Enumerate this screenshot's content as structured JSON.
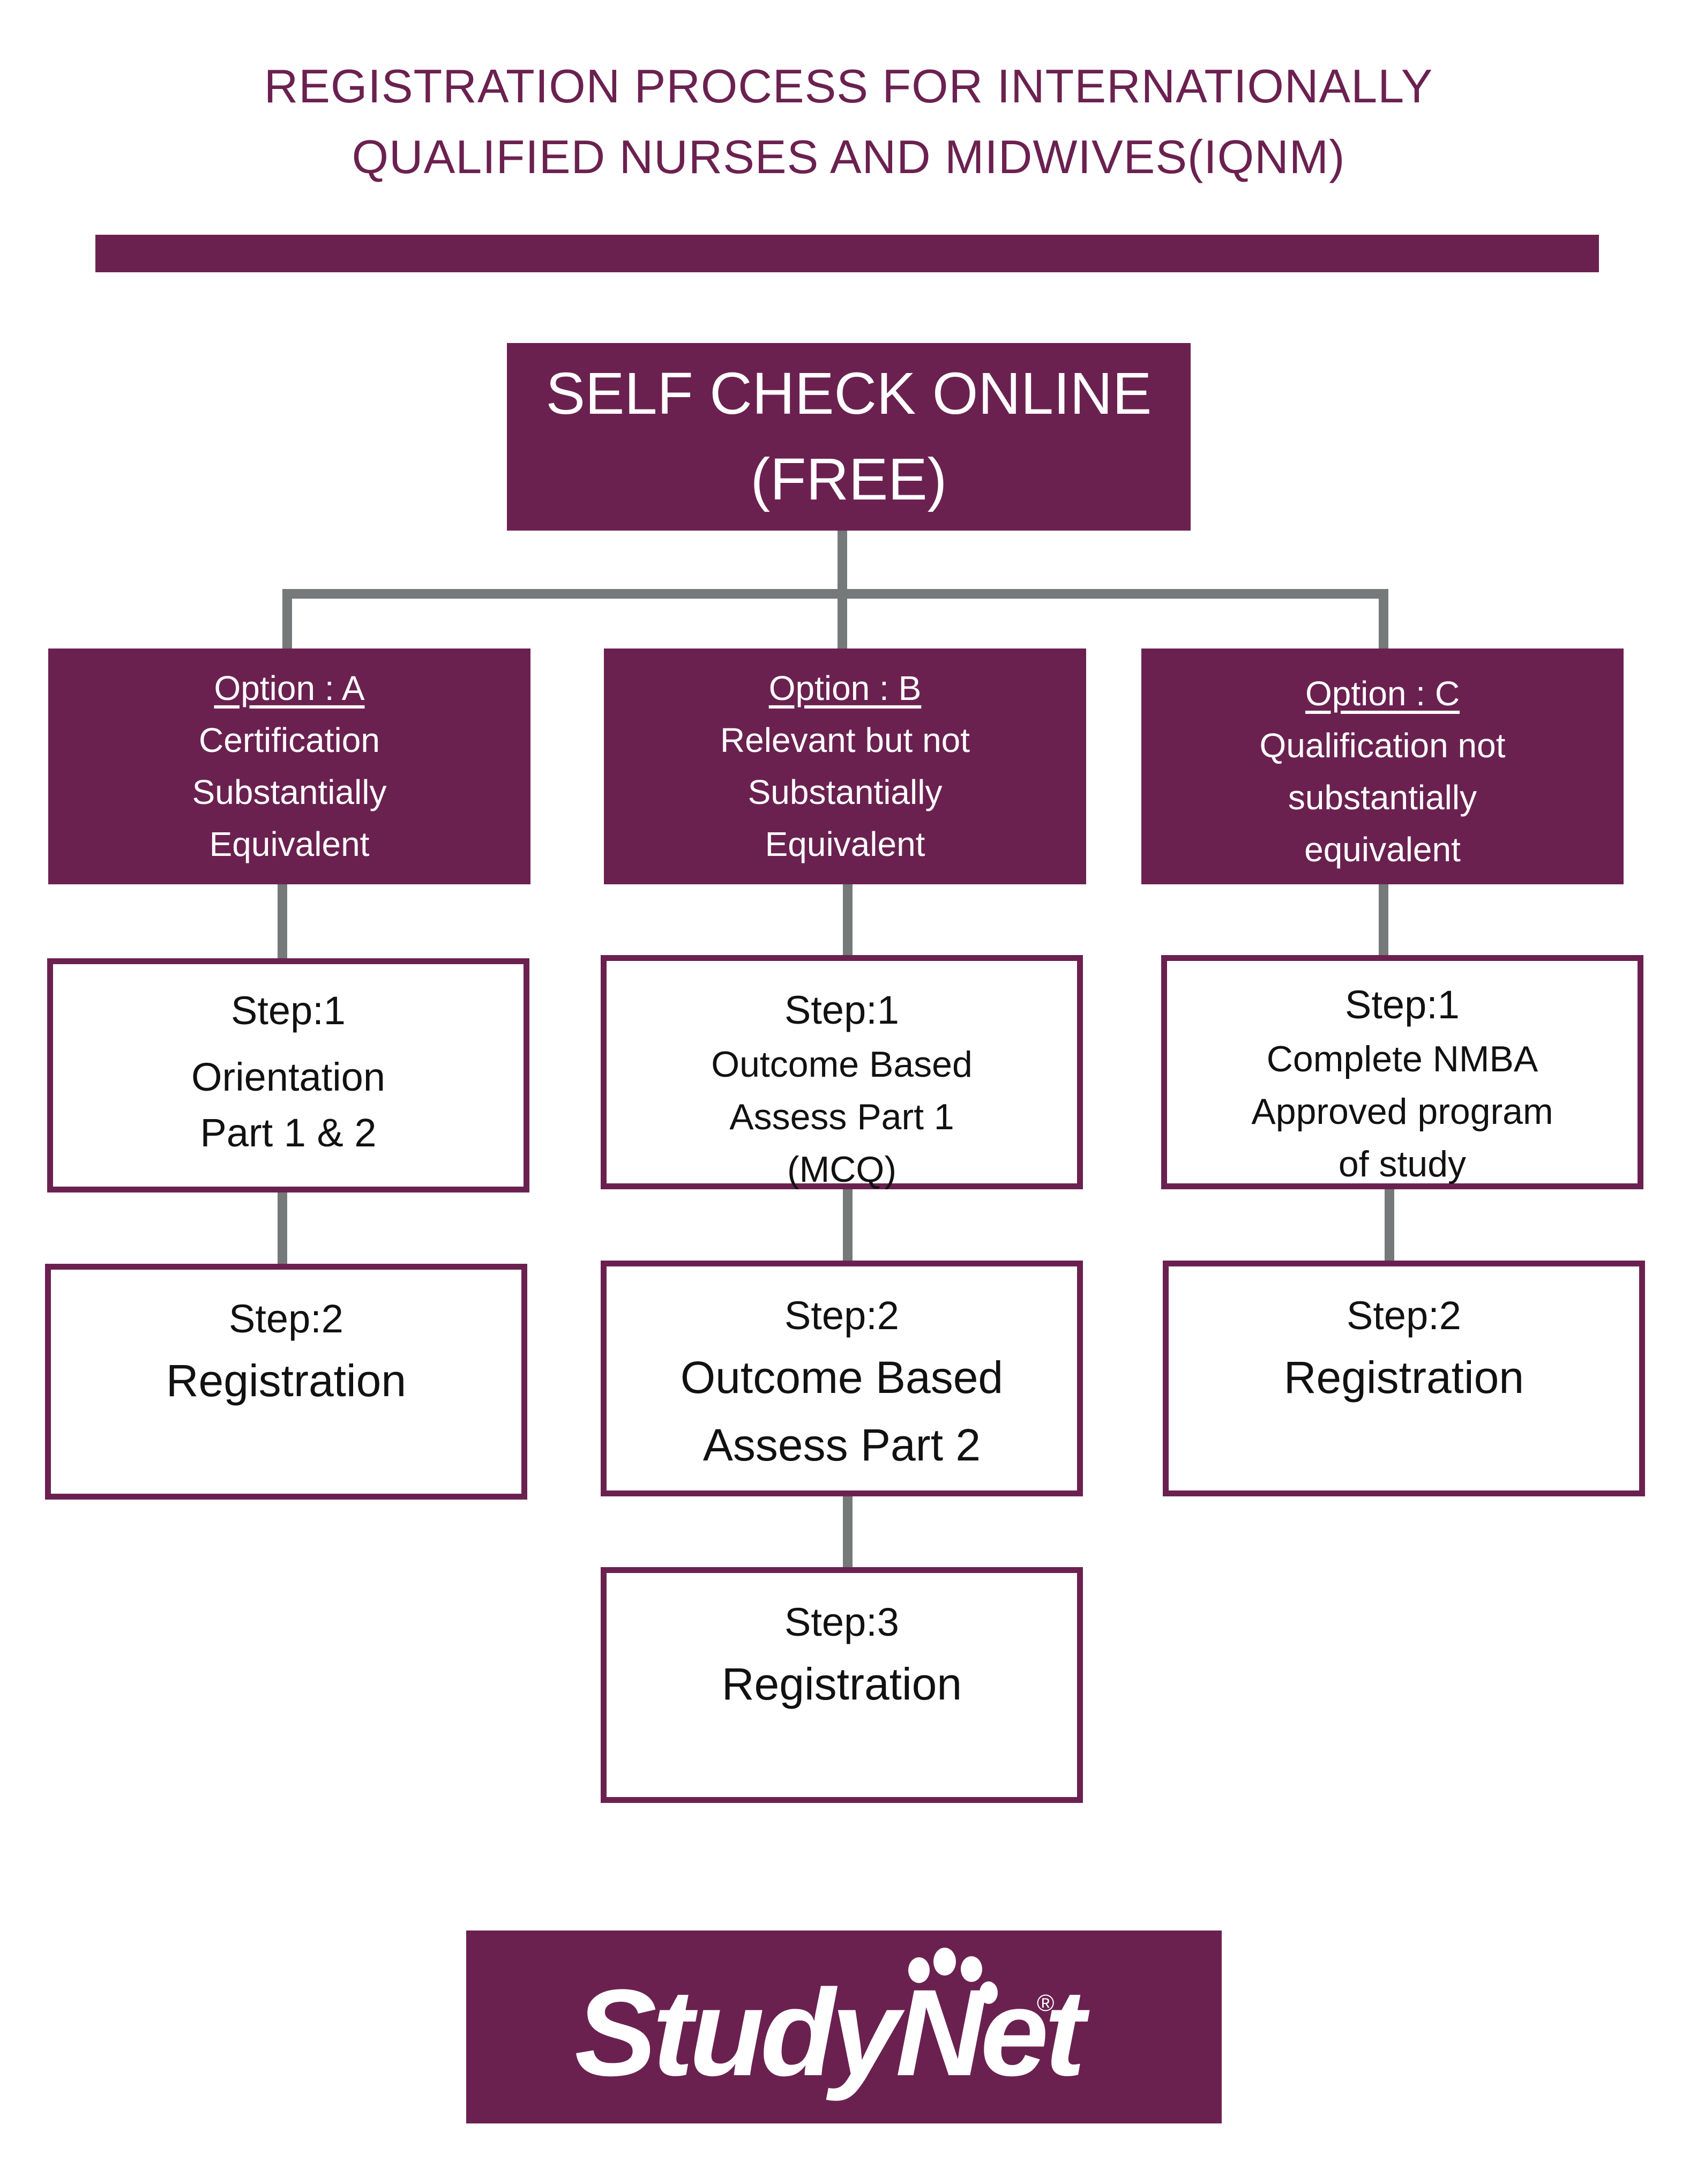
{
  "header": {
    "title_line1": "REGISTRATION PROCESS FOR INTERNATIONALLY",
    "title_line2": "QUALIFIED NURSES AND MIDWIVES(IQNM)"
  },
  "root": {
    "line1": "SELF CHECK ONLINE",
    "line2": "(FREE)"
  },
  "options": {
    "a": {
      "heading": "Option : A",
      "lines": [
        "Certification",
        "Substantially",
        "Equivalent"
      ]
    },
    "b": {
      "heading": "Option : B",
      "lines": [
        "Relevant but not",
        "Substantially",
        "Equivalent"
      ]
    },
    "c": {
      "heading": "Option : C",
      "lines": [
        "Qualification not",
        "substantially",
        "equivalent"
      ]
    }
  },
  "steps": {
    "a1": {
      "label": "Step:1",
      "lines": [
        "Orientation",
        "Part 1 & 2"
      ]
    },
    "a2": {
      "label": "Step:2",
      "lines": [
        "Registration"
      ]
    },
    "b1": {
      "label": "Step:1",
      "lines": [
        "Outcome Based",
        "Assess Part 1",
        "(MCQ)"
      ]
    },
    "b2": {
      "label": "Step:2",
      "lines": [
        "Outcome Based",
        "Assess Part 2"
      ]
    },
    "b3": {
      "label": "Step:3",
      "lines": [
        "Registration"
      ]
    },
    "c1": {
      "label": "Step:1",
      "lines": [
        "Complete NMBA",
        "Approved program",
        "of study"
      ]
    },
    "c2": {
      "label": "Step:2",
      "lines": [
        "Registration"
      ]
    }
  },
  "logo": {
    "text": "StudyNet",
    "registered": "®"
  },
  "colors": {
    "brand": "#6b2150",
    "connector": "#75797a",
    "text": "#111111"
  }
}
